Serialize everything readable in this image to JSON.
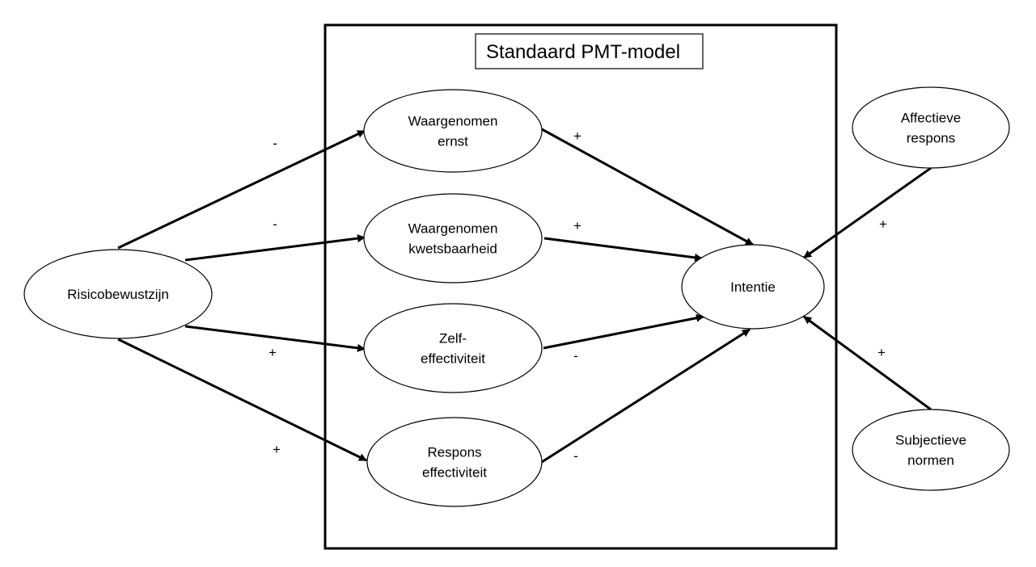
{
  "title": "Standaard PMT-model",
  "nodes": {
    "risk": {
      "label_lines": [
        "Risicobewustzijn"
      ]
    },
    "severity": {
      "label_lines": [
        "Waargenomen",
        "ernst"
      ]
    },
    "vulnerability": {
      "label_lines": [
        "Waargenomen",
        "kwetsbaarheid"
      ]
    },
    "selfeff": {
      "label_lines": [
        "Zelf-",
        "effectiviteit"
      ]
    },
    "responseeff": {
      "label_lines": [
        "Respons",
        "effectiviteit"
      ]
    },
    "intention": {
      "label_lines": [
        "Intentie"
      ]
    },
    "affective": {
      "label_lines": [
        "Affectieve",
        "respons"
      ]
    },
    "subjective": {
      "label_lines": [
        "Subjectieve",
        "normen"
      ]
    }
  },
  "edges": [
    {
      "from": "risk",
      "to": "severity",
      "sign": "-"
    },
    {
      "from": "risk",
      "to": "vulnerability",
      "sign": "-"
    },
    {
      "from": "risk",
      "to": "selfeff",
      "sign": "+"
    },
    {
      "from": "risk",
      "to": "responseeff",
      "sign": "+"
    },
    {
      "from": "severity",
      "to": "intention",
      "sign": "+"
    },
    {
      "from": "vulnerability",
      "to": "intention",
      "sign": "+"
    },
    {
      "from": "selfeff",
      "to": "intention",
      "sign": "-"
    },
    {
      "from": "responseeff",
      "to": "intention",
      "sign": "-"
    },
    {
      "from": "affective",
      "to": "intention",
      "sign": "+"
    },
    {
      "from": "subjective",
      "to": "intention",
      "sign": "+"
    }
  ]
}
